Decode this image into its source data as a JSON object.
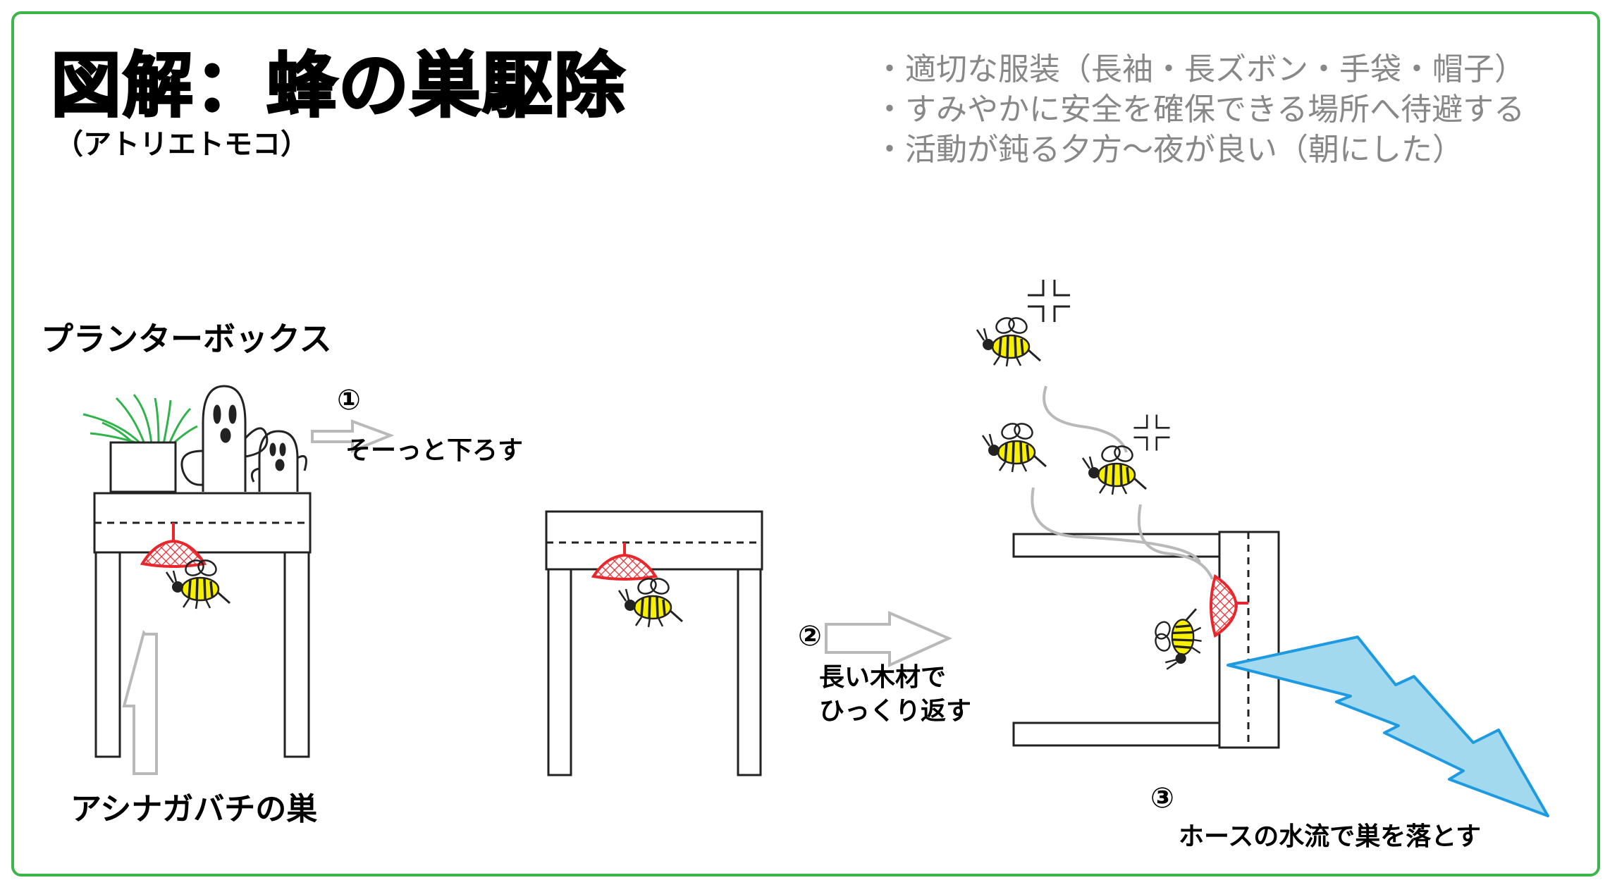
{
  "title": "図解：蜂の巣駆除",
  "subtitle": "（アトリエトモコ）",
  "notes": [
    "・適切な服装（長袖・長ズボン・手袋・帽子）",
    "・すみやかに安全を確保できる場所へ待避する",
    "・活動が鈍る夕方～夜が良い（朝にした）"
  ],
  "labels": {
    "planter_box": "プランターボックス",
    "wasp_nest": "アシナガバチの巣",
    "step1_number": "①",
    "step1_text": "そーっと下ろす",
    "step2_number": "②",
    "step2_line1": "長い木材で",
    "step2_line2": "ひっくり返す",
    "step3_number": "③",
    "step3_text": "ホースの水流で巣を落とす"
  },
  "colors": {
    "frame": "#3cb54a",
    "nest": "#e8262b",
    "bee_stripe": "#f7f000",
    "water": "#a3d9ee",
    "water_outline": "#1e9be0",
    "arrow": "#b9b9b9",
    "notes_text": "#888888",
    "plant": "#2fb34a"
  }
}
